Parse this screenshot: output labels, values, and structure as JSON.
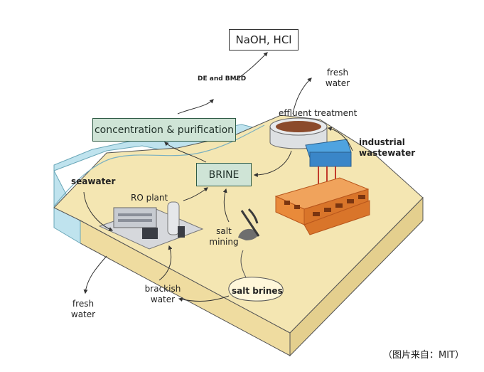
{
  "labels": {
    "naoh_hcl": "NaOH, HCl",
    "de_bmed": "DE and BMED",
    "fresh_water_top": [
      "fresh",
      "water"
    ],
    "effluent_treatment": "effluent treatment",
    "concentration_purification": "concentration & purification",
    "industrial_wastewater": [
      "industrial",
      "wastewater"
    ],
    "brine": "BRINE",
    "seawater": "seawater",
    "ro_plant": "RO plant",
    "salt_mining": [
      "salt",
      "mining"
    ],
    "brackish_water": [
      "brackish",
      "water"
    ],
    "salt_brines": "salt brines",
    "fresh_water_bottom": [
      "fresh",
      "water"
    ],
    "source": "（图片来自：MIT）"
  },
  "colors": {
    "sand": "#f4e6b2",
    "sand_side": "#efdca0",
    "sea": "#bfe3ee",
    "box_fill": "#cfe4d6",
    "box_border": "#2f5b45",
    "factory": "#e98a3a",
    "factory_dark": "#b8561c",
    "arrow": "#333333"
  }
}
